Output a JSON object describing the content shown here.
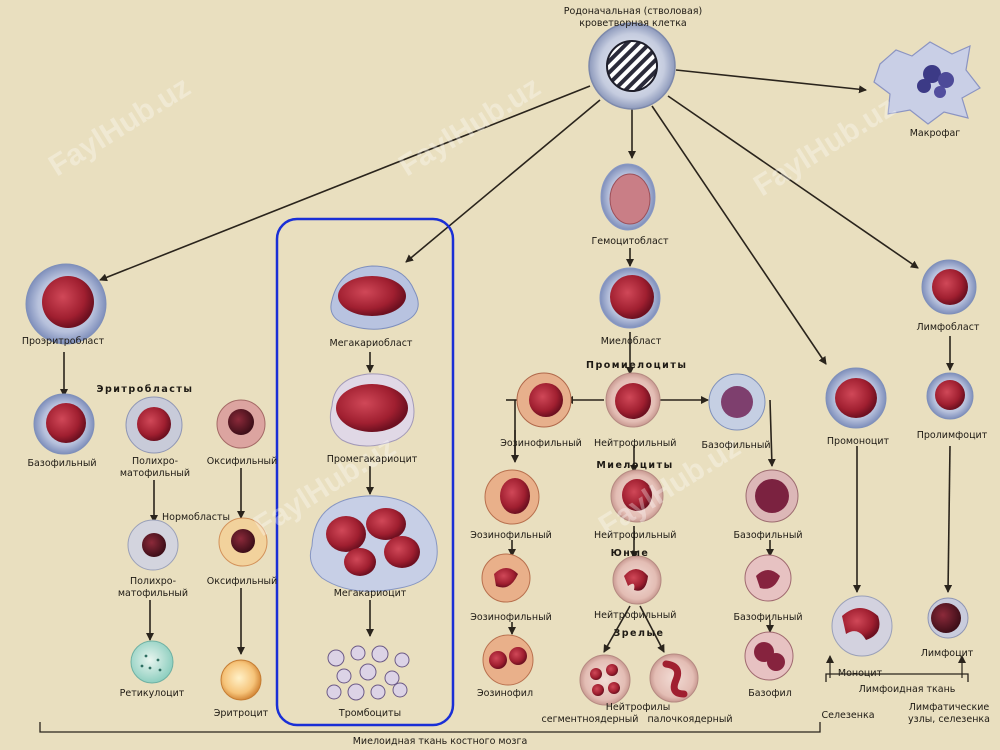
{
  "title": "Родоначальная (стволовая)\nкроветворная клетка",
  "watermark": "FaylHub.uz",
  "colors": {
    "background": "#e9dfbf",
    "highlight_frame": "#1a2fd6",
    "nucleus": "#a3202e",
    "cytoplasm_blue": "#b9c3dc",
    "cytoplasm_pink": "#e8c4bd",
    "arrow": "#2a241c"
  },
  "labels": {
    "stem_cell": "Родоначальная (стволовая)",
    "stem_cell_2": "кроветворная клетка",
    "macrophage": "Макрофаг",
    "hemocytoblast": "Гемоцитобласт",
    "myeloblast": "Миелобласт",
    "promyelocytes": "Промиелоциты",
    "myelocytes": "Миелоциты",
    "juvenile": "Юные",
    "mature": "Зрелые",
    "eosinophilic_1": "Эозинофильный",
    "neutrophilic_1": "Нейтрофильный",
    "basophilic_1": "Базофильный",
    "eosinophilic_2": "Эозинофильный",
    "neutrophilic_2": "Нейтрофильный",
    "basophilic_2": "Базофильный",
    "eosinophilic_3": "Эозинофильный",
    "neutrophilic_3": "Нейтрофильный",
    "basophilic_3": "Базофильный",
    "eosinophil": "Эозинофил",
    "neutrophils": "Нейтрофилы",
    "segmented": "сегментноядерный",
    "band": "палочкоядерный",
    "basophil": "Базофил",
    "proerythroblast": "Проэритробласт",
    "erythroblasts": "Эритробласты",
    "basophilic_ery": "Базофильный",
    "polychromatophilic_1": "Полихро-",
    "polychromatophilic_1b": "матофильный",
    "oxyphilic_1": "Оксифильный",
    "normoblasts": "Нормобласты",
    "polychromatophilic_2": "Полихро-",
    "polychromatophilic_2b": "матофильный",
    "oxyphilic_2": "Оксифильный",
    "reticulocyte": "Ретикулоцит",
    "erythrocyte": "Эритроцит",
    "megakaryoblast": "Мегакариобласт",
    "promegakaryocyte": "Промегакариоцит",
    "megakaryocyte": "Мегакариоцит",
    "thrombocytes": "Тромбоциты",
    "lymphoblast": "Лимфобласт",
    "prolymphocyte": "Пролимфоцит",
    "lymphocyte": "Лимфоцит",
    "promonocyte": "Промоноцит",
    "monocyte": "Моноцит",
    "lymphoid_tissue": "Лимфоидная ткань",
    "spleen": "Селезенка",
    "lymph_nodes_1": "Лимфатические",
    "lymph_nodes_2": "узлы, селезенка",
    "myeloid_tissue": "Миелоидная ткань костного мозга"
  }
}
